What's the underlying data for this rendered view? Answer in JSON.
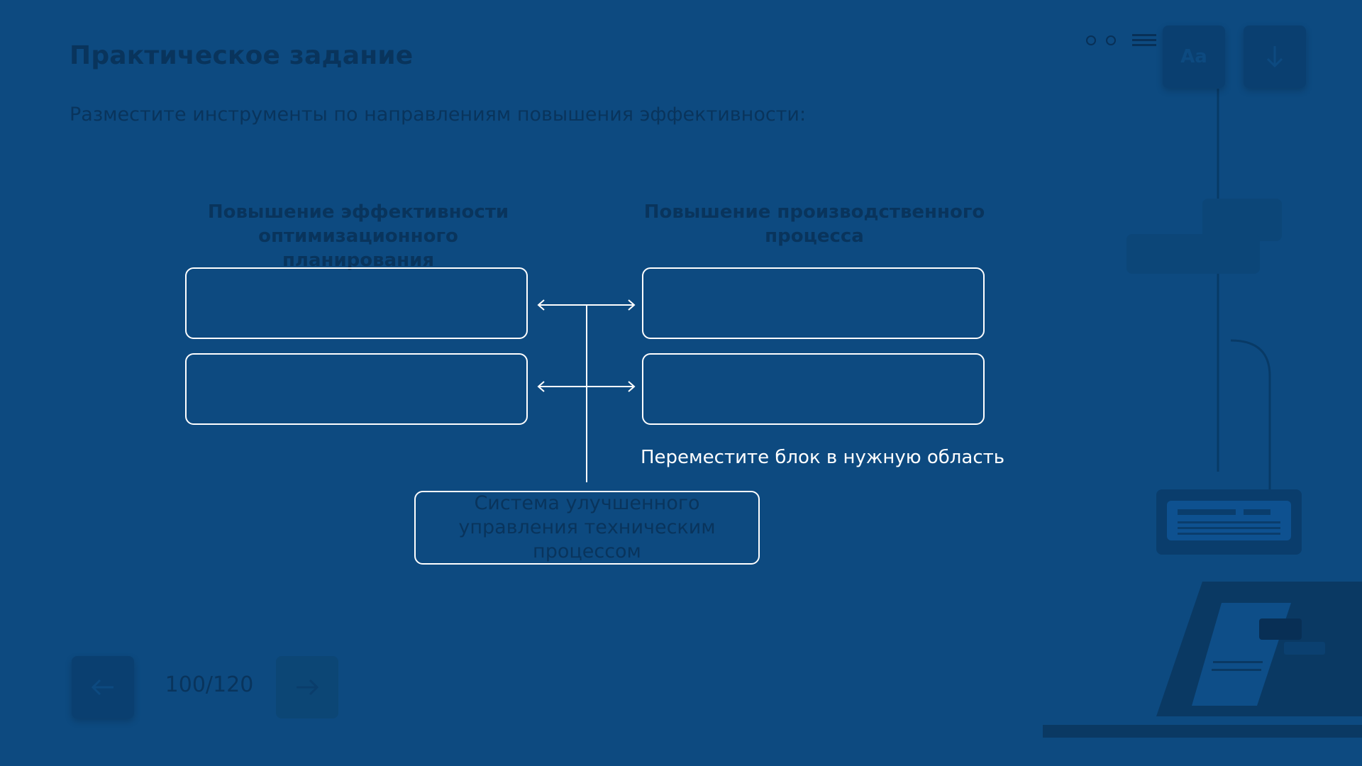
{
  "header": {
    "title": "Практическое задание",
    "instruction": "Разместите инструменты по направлениям повышения эффективности:"
  },
  "toolbar": {
    "font_button_label": "Aa",
    "icons": [
      "circle-icon",
      "circle-icon",
      "menu-icon",
      "download-icon"
    ]
  },
  "exercise": {
    "columns": [
      {
        "heading": "Повышение эффективности оптимизационного планирования"
      },
      {
        "heading": "Повышение производственного процесса"
      }
    ],
    "hint": "Переместите блок в нужную область",
    "draggable_block": "Система улучшенного управления техническим процессом"
  },
  "navigation": {
    "page_counter": "100/120",
    "prev_icon": "arrow-left-icon",
    "next_icon": "arrow-right-icon"
  },
  "colors": {
    "background": "#0d4a80",
    "outline": "#ffffff",
    "dim_text": "#09345c"
  }
}
